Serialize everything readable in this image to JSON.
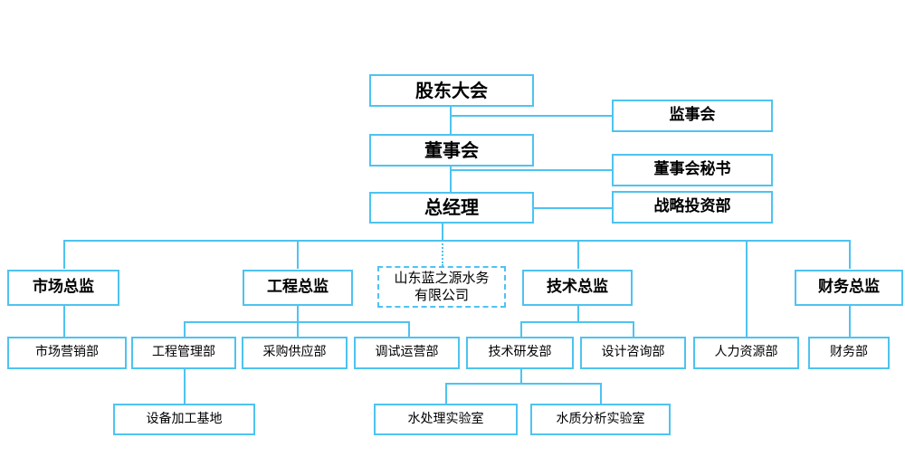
{
  "chart_data": {
    "type": "diagram",
    "title": "组织架构图",
    "diagram_kind": "org-chart",
    "colors": {
      "box_border": "#4ec3f0",
      "connector": "#4ec3f0",
      "text": "#000000",
      "background": "#ffffff"
    },
    "levels": [
      {
        "name": "governance",
        "nodes": [
          "股东大会",
          "监事会",
          "董事会",
          "董事会秘书",
          "总经理",
          "战略投资部"
        ]
      },
      {
        "name": "directors",
        "nodes": [
          "市场总监",
          "工程总监",
          "技术总监",
          "财务总监"
        ]
      },
      {
        "name": "entity",
        "nodes": [
          "山东蓝之源水务有限公司"
        ]
      },
      {
        "name": "departments",
        "nodes": [
          "市场营销部",
          "工程管理部",
          "采购供应部",
          "调试运营部",
          "技术研发部",
          "设计咨询部",
          "人力资源部",
          "财务部"
        ]
      },
      {
        "name": "facilities",
        "nodes": [
          "设备加工基地",
          "水处理实验室",
          "水质分析实验室"
        ]
      }
    ],
    "edges": [
      {
        "from": "股东大会",
        "to": "董事会",
        "style": "solid"
      },
      {
        "from": "股东大会",
        "to": "监事会",
        "style": "solid"
      },
      {
        "from": "董事会",
        "to": "总经理",
        "style": "solid"
      },
      {
        "from": "董事会",
        "to": "董事会秘书",
        "style": "solid"
      },
      {
        "from": "总经理",
        "to": "战略投资部",
        "style": "solid"
      },
      {
        "from": "总经理",
        "to": "山东蓝之源水务有限公司",
        "style": "dotted"
      },
      {
        "from": "总经理",
        "to": "市场总监",
        "style": "solid"
      },
      {
        "from": "总经理",
        "to": "工程总监",
        "style": "solid"
      },
      {
        "from": "总经理",
        "to": "技术总监",
        "style": "solid"
      },
      {
        "from": "总经理",
        "to": "财务总监",
        "style": "solid"
      },
      {
        "from": "总经理",
        "to": "人力资源部",
        "style": "solid"
      },
      {
        "from": "市场总监",
        "to": "市场营销部",
        "style": "solid"
      },
      {
        "from": "工程总监",
        "to": "工程管理部",
        "style": "solid"
      },
      {
        "from": "工程总监",
        "to": "采购供应部",
        "style": "solid"
      },
      {
        "from": "工程总监",
        "to": "调试运营部",
        "style": "solid"
      },
      {
        "from": "技术总监",
        "to": "技术研发部",
        "style": "solid"
      },
      {
        "from": "技术总监",
        "to": "设计咨询部",
        "style": "solid"
      },
      {
        "from": "财务总监",
        "to": "财务部",
        "style": "solid"
      },
      {
        "from": "工程管理部",
        "to": "设备加工基地",
        "style": "solid"
      },
      {
        "from": "技术研发部",
        "to": "水处理实验室",
        "style": "solid"
      },
      {
        "from": "技术研发部",
        "to": "水质分析实验室",
        "style": "solid"
      }
    ]
  },
  "nodes": {
    "shareholders_meeting": "股东大会",
    "supervisory_board": "监事会",
    "board_of_directors": "董事会",
    "board_secretary": "董事会秘书",
    "general_manager": "总经理",
    "strategic_investment_dept": "战略投资部",
    "marketing_director": "市场总监",
    "engineering_director": "工程总监",
    "technical_director": "技术总监",
    "finance_director": "财务总监",
    "company_line1": "山东蓝之源水务",
    "company_line2": "有限公司",
    "marketing_dept": "市场营销部",
    "engineering_mgmt_dept": "工程管理部",
    "procurement_dept": "采购供应部",
    "commissioning_dept": "调试运营部",
    "rnd_dept": "技术研发部",
    "design_consulting_dept": "设计咨询部",
    "hr_dept": "人力资源部",
    "finance_dept": "财务部",
    "equipment_base": "设备加工基地",
    "water_treatment_lab": "水处理实验室",
    "water_quality_lab": "水质分析实验室"
  }
}
